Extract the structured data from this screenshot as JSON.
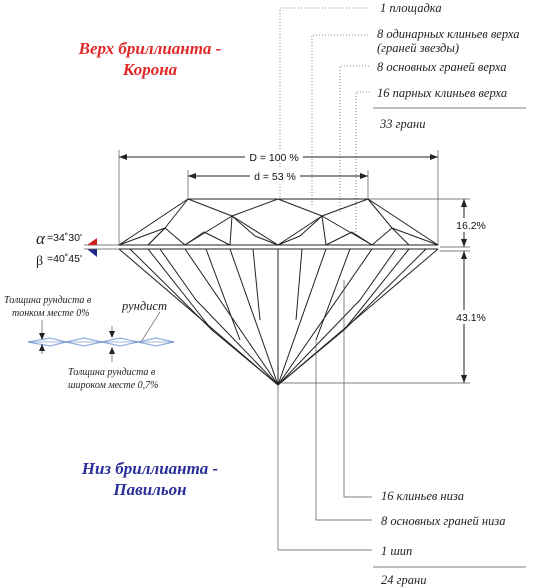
{
  "top_title": {
    "line1": "Верх бриллианта -",
    "line2": "Корона",
    "color": "#e02a2a"
  },
  "bottom_title": {
    "line1": "Низ бриллианта -",
    "line2": "Павильон",
    "color": "#2a2f9a"
  },
  "crown_facets": [
    "1 площадка",
    "8 одинарных клиньев верха",
    "(граней звезды)",
    "8 основных граней верха",
    "16 парных клиньев верха"
  ],
  "crown_total": "33 грани",
  "pavilion_facets": [
    "16 клиньев низа",
    "8 основных граней низа",
    "1 шип"
  ],
  "pavilion_total": "24 грани",
  "dimensions": {
    "diameter": "D = 100 %",
    "table": "d =  53 %",
    "crown_height": "16.2%",
    "pavilion_depth": "43.1%"
  },
  "angles": {
    "alpha_symbol": "α",
    "alpha_value": "=34˚30'",
    "beta_symbol": "β",
    "beta_value": "=40˚45'"
  },
  "girdle": {
    "label": "рундист",
    "thin_1": "Толщина рундиста в",
    "thin_2": "тонком месте 0%",
    "thick_1": "Толщина рундиста в",
    "thick_2": "широком месте 0,7%"
  },
  "colors": {
    "alpha_marker": "#d52020",
    "beta_marker": "#1f2a8a",
    "girdle_wave": "#8fb0e0"
  }
}
